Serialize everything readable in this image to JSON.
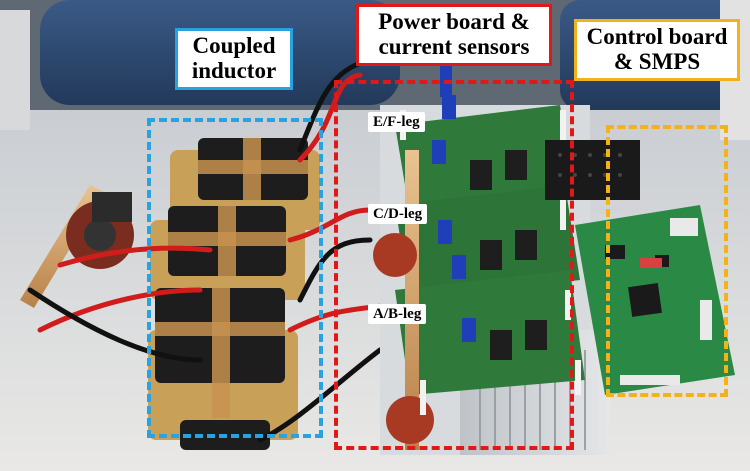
{
  "labels": {
    "coupled_inductor": "Coupled inductor",
    "power_board": "Power board & current sensors",
    "control_board": "Control board & SMPS",
    "leg_ef": "E/F-leg",
    "leg_cd": "C/D-leg",
    "leg_ab": "A/B-leg"
  },
  "colors": {
    "coupled_inductor_frame": "#29a3e0",
    "power_board_frame": "#e01818",
    "control_board_frame": "#f2b21b"
  }
}
